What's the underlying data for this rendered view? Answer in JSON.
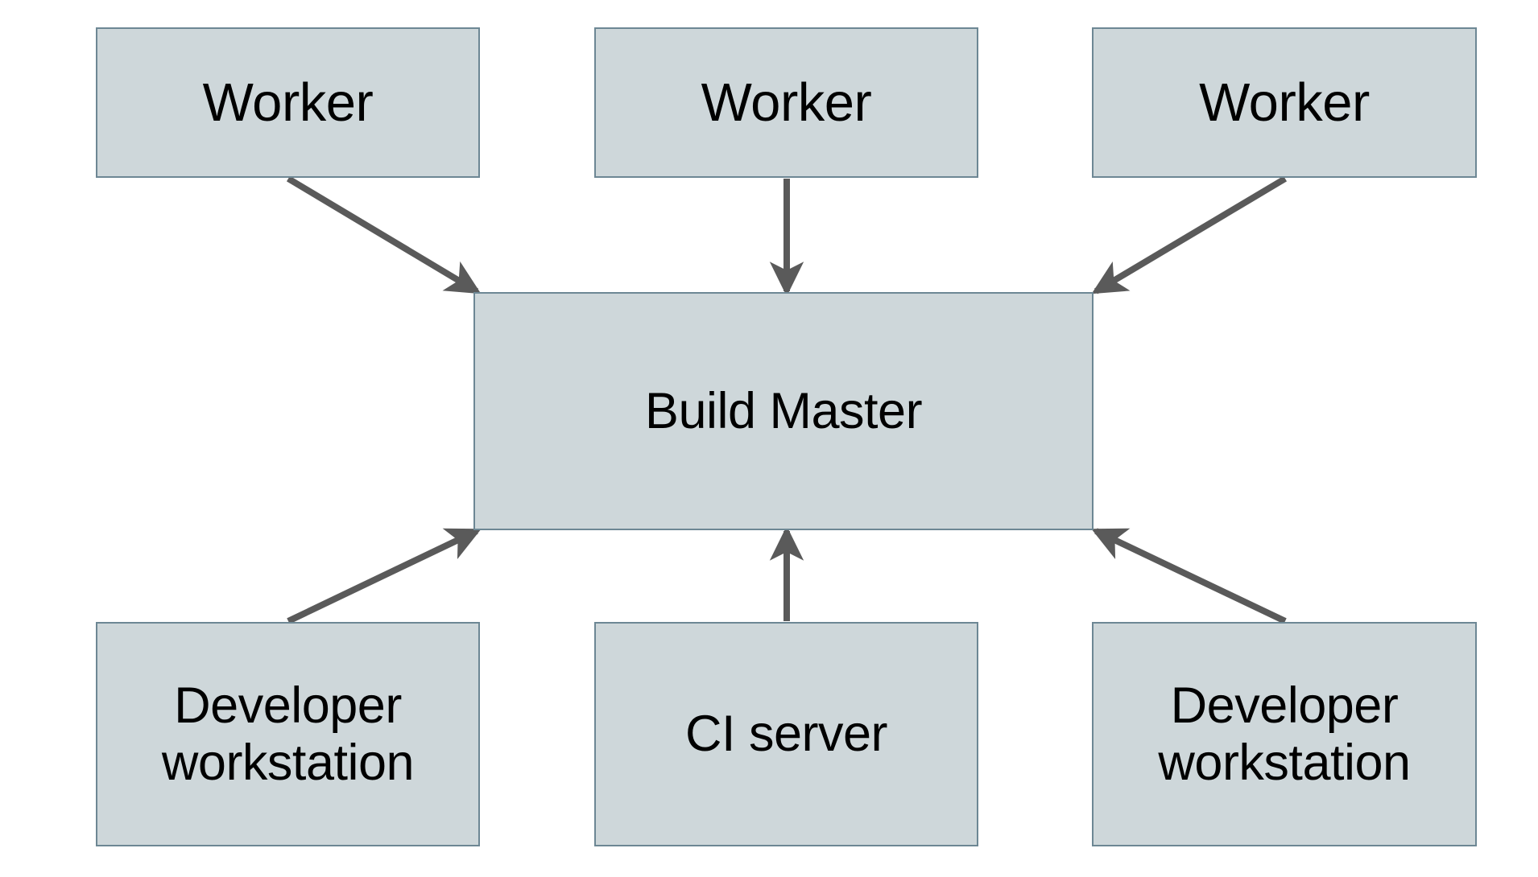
{
  "diagram": {
    "type": "block-architecture-diagram",
    "background_color": "#ffffff",
    "node_fill_color": "#ced7da",
    "node_border_color": "#6d8794",
    "edge_color": "#5a5a5a",
    "text_color": "#000000",
    "nodes": [
      {
        "id": "worker-left",
        "label": "Worker"
      },
      {
        "id": "worker-mid",
        "label": "Worker"
      },
      {
        "id": "worker-right",
        "label": "Worker"
      },
      {
        "id": "build-master",
        "label": "Build Master"
      },
      {
        "id": "dev-left",
        "label": "Developer\nworkstation"
      },
      {
        "id": "ci-server",
        "label": "CI server"
      },
      {
        "id": "dev-right",
        "label": "Developer\nworkstation"
      }
    ],
    "edges": [
      {
        "id": "edge-worker-left-to-master",
        "from": "worker-left",
        "to": "build-master",
        "direction": "to-target"
      },
      {
        "id": "edge-worker-mid-to-master",
        "from": "worker-mid",
        "to": "build-master",
        "direction": "to-target"
      },
      {
        "id": "edge-worker-right-to-master",
        "from": "worker-right",
        "to": "build-master",
        "direction": "to-target"
      },
      {
        "id": "edge-dev-left-to-master",
        "from": "dev-left",
        "to": "build-master",
        "direction": "to-target"
      },
      {
        "id": "edge-ci-server-to-master",
        "from": "ci-server",
        "to": "build-master",
        "direction": "to-target"
      },
      {
        "id": "edge-dev-right-to-master",
        "from": "dev-right",
        "to": "build-master",
        "direction": "to-target"
      }
    ]
  }
}
